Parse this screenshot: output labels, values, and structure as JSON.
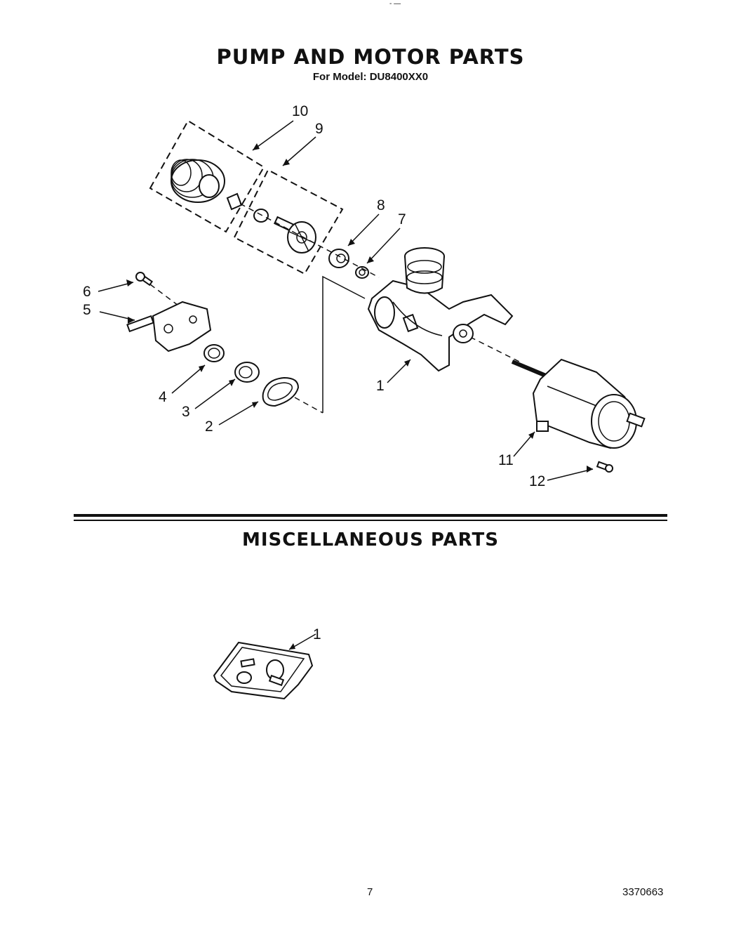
{
  "header": {
    "top_mark": "- —",
    "title": "PUMP AND MOTOR PARTS",
    "model_line": "For Model: DU8400XX0"
  },
  "pump_diagram": {
    "callouts": [
      "1",
      "2",
      "3",
      "4",
      "5",
      "6",
      "7",
      "8",
      "9",
      "10",
      "11",
      "12"
    ]
  },
  "misc_section": {
    "title": "MISCELLANEOUS PARTS",
    "callouts": [
      "1"
    ]
  },
  "footer": {
    "page_number": "7",
    "doc_number": "3370663"
  }
}
